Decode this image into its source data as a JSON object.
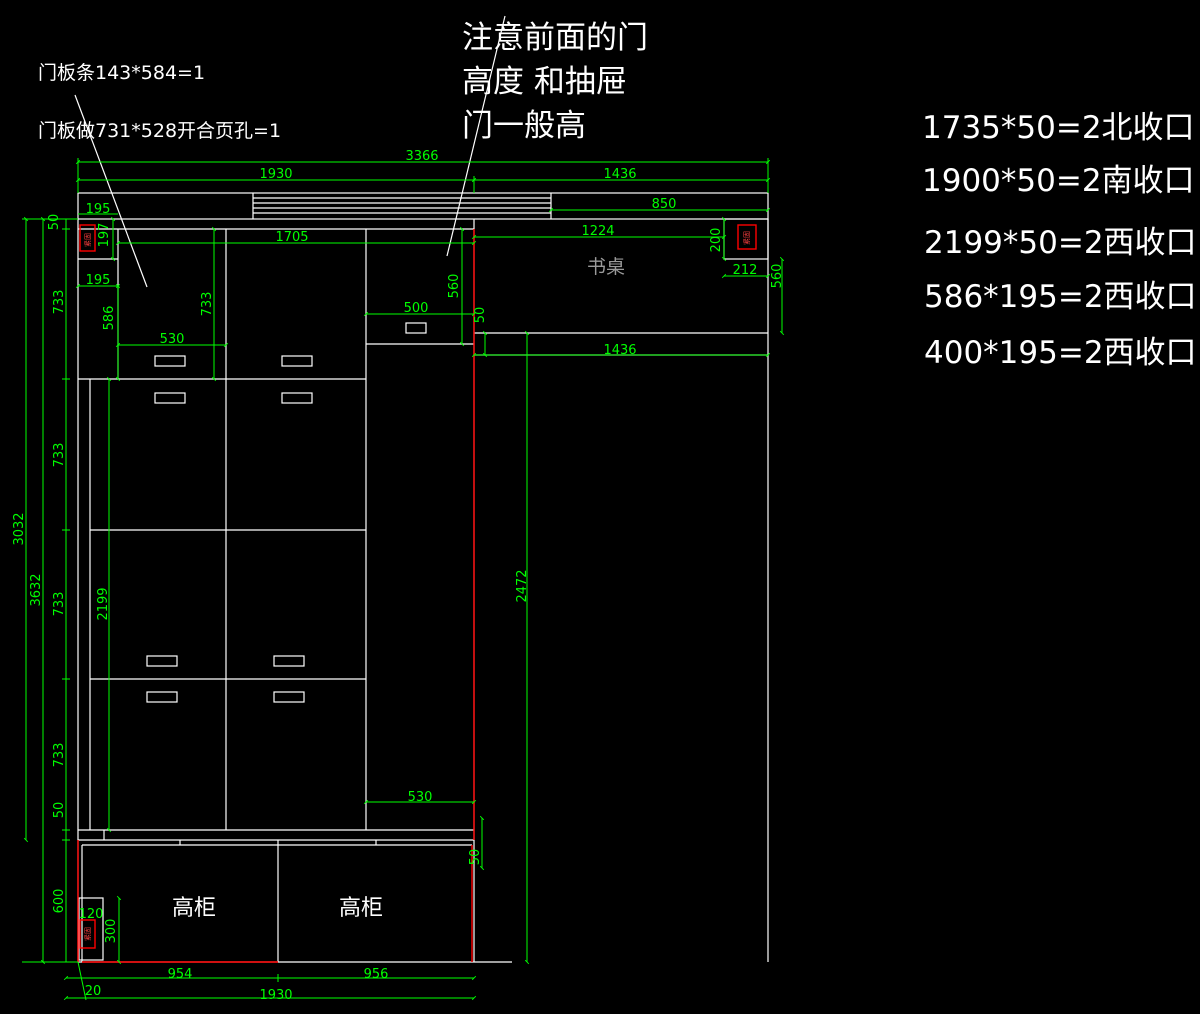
{
  "notes": {
    "door_strip": "门板条143*584=1",
    "door_panel": "门板做731*528开合页孔=1",
    "warning": [
      "注意前面的门",
      "高度  和抽屉",
      "门一般高"
    ],
    "trim_list": [
      "1735*50=2北收口",
      "1900*50=2南收口",
      "2199*50=2西收口",
      "586*195=2西收口",
      "400*195=2西收口"
    ]
  },
  "labels": {
    "desk": "书桌",
    "tall_cabinet_left": "高柜",
    "tall_cabinet_right": "高柜",
    "fitting": "紧固"
  },
  "dimensions": {
    "overall_width": "3366",
    "left_width": "1930",
    "right_width": "1436",
    "top_left": "195",
    "top_right": "850",
    "cabinet_inner": "1705",
    "desk_width": "1224",
    "d197": "197",
    "d200": "200",
    "d212": "212",
    "d560_right": "560",
    "d195_second": "195",
    "d586": "586",
    "d733_inner": "733",
    "d530_top": "530",
    "d500": "500",
    "d560_mid": "560",
    "d50_mid": "50",
    "below_desk": "1436",
    "d2472": "2472",
    "d2199": "2199",
    "d530_bottom": "530",
    "d50_bottom_right": "50",
    "d120": "120",
    "d300": "300",
    "bottom_954": "954",
    "bottom_956": "956",
    "bottom_20": "20",
    "bottom_1930": "1930",
    "total_3032": "3032",
    "total_3632": "3632",
    "seg_50_top": "50",
    "seg_733_a": "733",
    "seg_733_b": "733",
    "seg_733_c": "733",
    "seg_733_d": "733",
    "seg_50_mid": "50",
    "seg_600": "600"
  },
  "colors": {
    "background": "#000000",
    "line": "#ffffff",
    "dimension": "#00ff00",
    "cut_edge": "#ff0000",
    "label_gray": "#9a9a9a"
  }
}
